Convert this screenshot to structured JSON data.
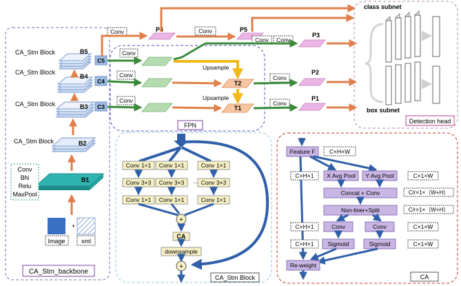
{
  "backbone": {
    "title": "CA_Stm_backbone",
    "blocks": [
      {
        "block_label": "CA_Stm Block",
        "stage": "B5",
        "tap": "C5"
      },
      {
        "block_label": "CA_Stm Block",
        "stage": "B4",
        "tap": "C4"
      },
      {
        "block_label": "CA_Stm Block",
        "stage": "B3",
        "tap": "C3"
      },
      {
        "block_label": "CA_Stm Block",
        "stage": "B2",
        "tap": ""
      }
    ],
    "stem_ops": [
      "Conv",
      "BN",
      "Relu",
      "MaxPool"
    ],
    "stem_stage": "B1",
    "image_label": "Image",
    "plus": "+",
    "xml_label": "xml"
  },
  "fpn": {
    "title": "FPN",
    "conv_label": "Conv",
    "upsample_label": "Upsample",
    "t2": "T2",
    "t1": "T1"
  },
  "pyramid": {
    "p4": "P4",
    "p5": "P5",
    "p3": "P3",
    "p2": "P2",
    "p1": "P1",
    "conv_label": "Conv"
  },
  "detection_head": {
    "title": "Detection head",
    "class_subnet": "class subnet",
    "box_subnet": "box subnet"
  },
  "stm_block": {
    "title": "CA_Stm Block",
    "conv1": "Conv 1×1",
    "conv3": "Conv 3×3",
    "ellipsis": "···",
    "plus": "+",
    "ca": "CA",
    "downsample": "downsample"
  },
  "ca_module": {
    "title": "CA",
    "feature": "Feature F",
    "dim_in": "C×H×W",
    "x_pool": "X Avg Pool",
    "y_pool": "Y Avg Pool",
    "concat": "Concat + Conv",
    "split": "Non-liner+Split",
    "conv": "Conv",
    "sigmoid": "Sigmoid",
    "reweight": "Re-weight",
    "dim_h": "C×H×1",
    "dim_w": "C×1×W",
    "dim_r": "C/r×1×（W+H）"
  },
  "colors": {
    "orange": "#e07f4a",
    "green": "#3a8a3a",
    "blue": "#2f5fa8",
    "gold": "#f2b817",
    "purple_box": "#c9b6e4",
    "yellow_box": "#f7f0c4",
    "teal": "#2fb3b0"
  }
}
